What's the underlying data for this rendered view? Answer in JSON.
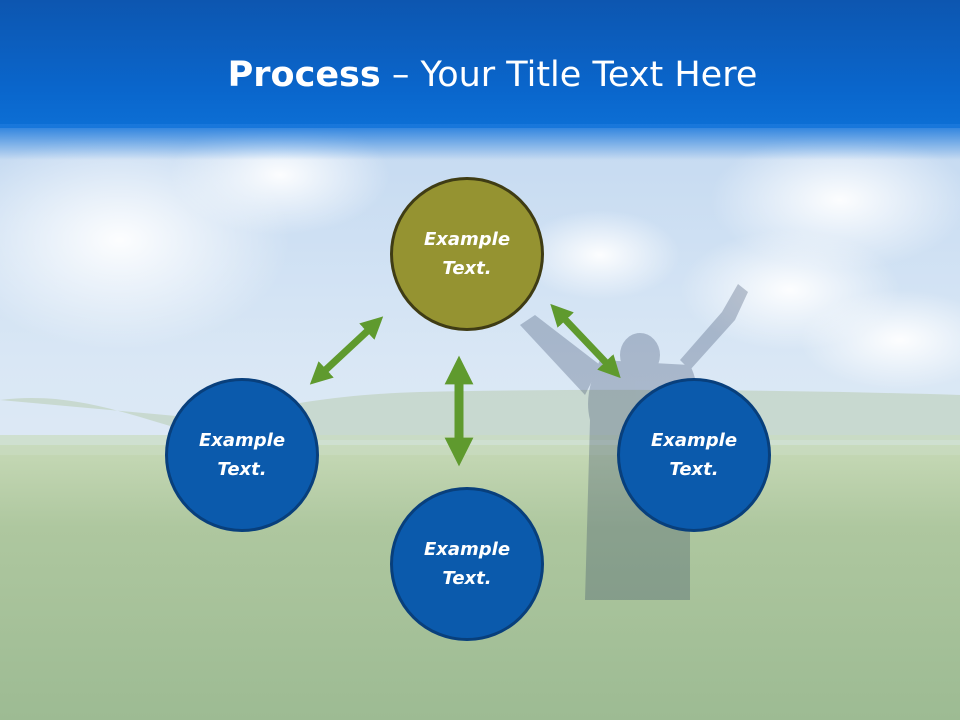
{
  "slide": {
    "title_bold": "Process",
    "title_rest": " – Your Title Text Here"
  },
  "diagram": {
    "top_node": {
      "line1": "Example",
      "line2": "Text."
    },
    "left_node": {
      "line1": "Example",
      "line2": "Text."
    },
    "bottom_node": {
      "line1": "Example",
      "line2": "Text."
    },
    "right_node": {
      "line1": "Example",
      "line2": "Text."
    }
  },
  "colors": {
    "header_blue": "#0a66cc",
    "node_blue": "#0b5aac",
    "node_olive": "#959331",
    "arrow_green": "#5f9a2e"
  }
}
